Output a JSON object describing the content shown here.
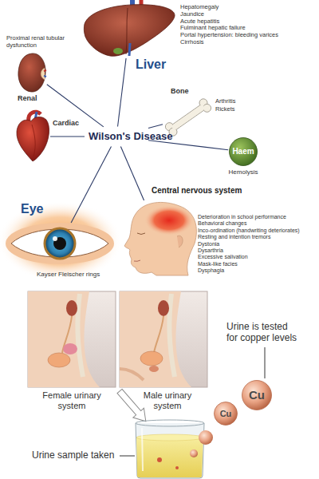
{
  "diagram": {
    "nodes": [
      {
        "text": [
          "Liver",
          "Hepatomegaly",
          "Jaundice",
          "Acute hepatitis",
          "Fulminant hepatic failure",
          "Portal hypertension: bleeding varices",
          "Cirrhosis"
        ]
      },
      {
        "text": [
          "Proximal renal tubular dysfunction",
          "Renal"
        ]
      },
      {
        "text": [
          "Bone",
          "Arthritis",
          "Rickets"
        ]
      },
      {
        "text": [
          "Cardiac"
        ]
      },
      {
        "text": [
          "Wilson's Disease"
        ]
      },
      {
        "text": [
          "Haem",
          "Hemolysis"
        ]
      },
      {
        "text": [
          "Eye",
          "Kayser Fleischer rings"
        ]
      },
      {
        "text": [
          "Central nervous system",
          "Deterioration in school performance",
          "Behavioral changes",
          "Inco-ordination (handwriting deteriorates)",
          "Resting and intention tremors",
          "Dystonia",
          "Dysarthria",
          "Excessive salivation",
          "Mask-like facies",
          "Dysphagia"
        ]
      },
      {
        "text": [
          "Cu"
        ]
      },
      {
        "text": [
          "Cu"
        ]
      }
    ],
    "edges": [
      {
        "from": 4,
        "to": 0,
        "arrow": "none"
      },
      {
        "from": 4,
        "to": 1,
        "arrow": "none"
      },
      {
        "from": 4,
        "to": 2,
        "arrow": "none"
      },
      {
        "from": 4,
        "to": 3,
        "arrow": "none"
      },
      {
        "from": 4,
        "to": 5,
        "arrow": "none"
      },
      {
        "from": 4,
        "to": 6,
        "arrow": "none"
      },
      {
        "from": 4,
        "to": 7,
        "arrow": "none"
      }
    ],
    "labels": [
      "Female urinary system",
      "Male urinary system",
      "Urine is tested for copper levels",
      "Urine sample taken"
    ]
  }
}
